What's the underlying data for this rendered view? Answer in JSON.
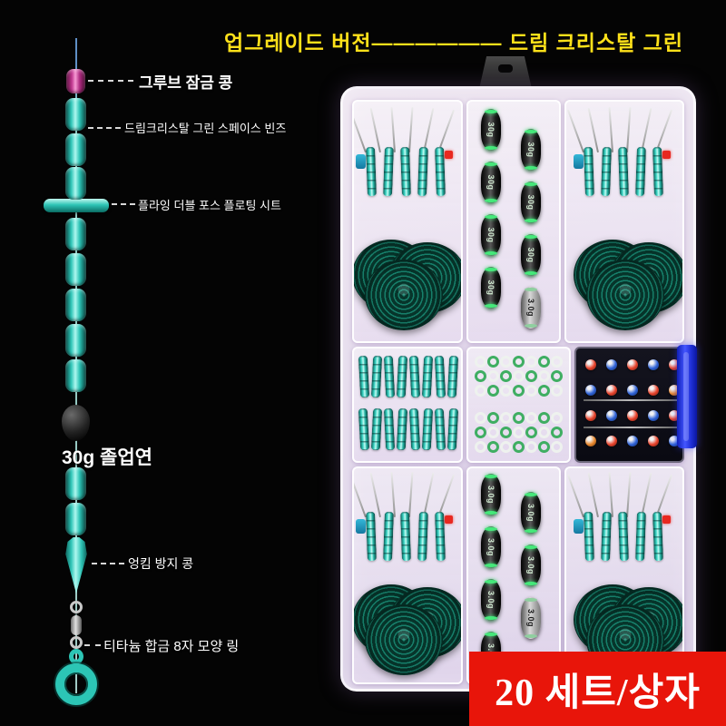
{
  "title": "업그레이드 버전—————— 드림 크리스탈 그린",
  "diagram": {
    "labels": {
      "lock_bean": "그루브 잠금 콩",
      "space_beans": "드림크리스탈 그린 스페이스 빈즈",
      "float_seat": "플라잉 더블 포스 플로팅 시트",
      "weight": "30g 졸업연",
      "anti_tangle": "엉킴 방지 콩",
      "ring": "티타늄 합금 8자 모양 링"
    }
  },
  "box": {
    "weight_label_top": "30g",
    "weight_label_bottom": "3.0g",
    "weight_label_gray": "3.0g"
  },
  "banner": {
    "text": "20 세트/상자"
  },
  "colors": {
    "background": "#000000",
    "title_yellow": "#ffe11a",
    "teal": "#2ec4b6",
    "magenta": "#c23b92",
    "banner_red": "#e8150a",
    "latch_blue": "#2334e0",
    "coil_green": "#0b4a3a"
  }
}
